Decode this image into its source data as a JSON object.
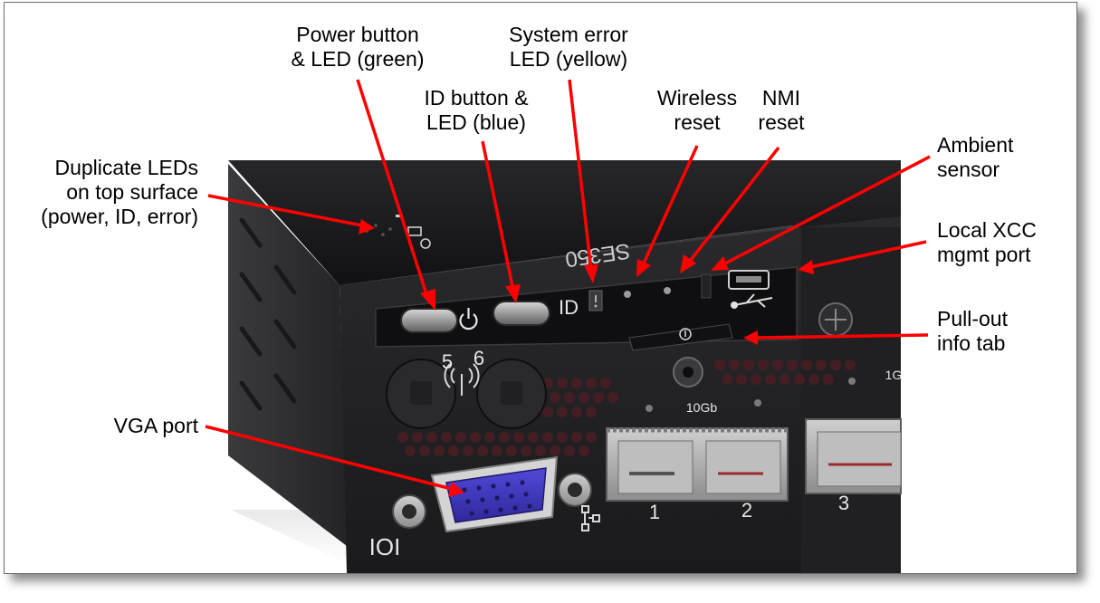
{
  "callouts": {
    "power_button": "Power button\n& LED (green)",
    "system_error": "System error\nLED (yellow)",
    "id_button": "ID button &\nLED (blue)",
    "wireless_reset": "Wireless\nreset",
    "nmi_reset": "NMI\nreset",
    "duplicate_leds": "Duplicate LEDs\non top surface\n(power, ID, error)",
    "ambient_sensor": "Ambient\nsensor",
    "local_xcc": "Local XCC\nmgmt port",
    "pull_out_tab": "Pull-out\ninfo tab",
    "vga_port": "VGA port"
  },
  "device": {
    "model": "SE350",
    "id_label": "ID",
    "num_5": "5",
    "num_6": "6",
    "speed_label_1": "10Gb",
    "speed_label_2": "1G",
    "port_1": "1",
    "port_2": "2",
    "port_3": "3",
    "serial_label": "IOI"
  },
  "colors": {
    "arrow": "#ff0000",
    "vga_connector": "#3f37c0",
    "chassis": "#1e1e20"
  }
}
